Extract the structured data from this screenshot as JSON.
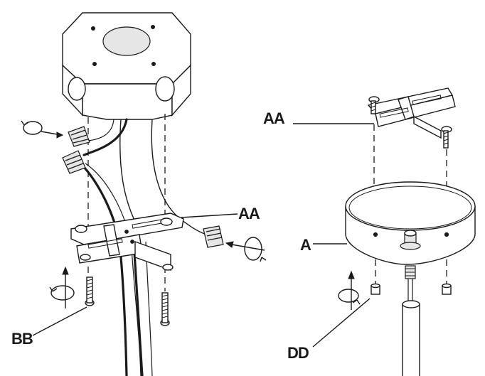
{
  "labels": {
    "left_bracket": "AA",
    "right_bracket": "AA",
    "canopy": "A",
    "screw": "BB",
    "cap_nut": "DD"
  }
}
